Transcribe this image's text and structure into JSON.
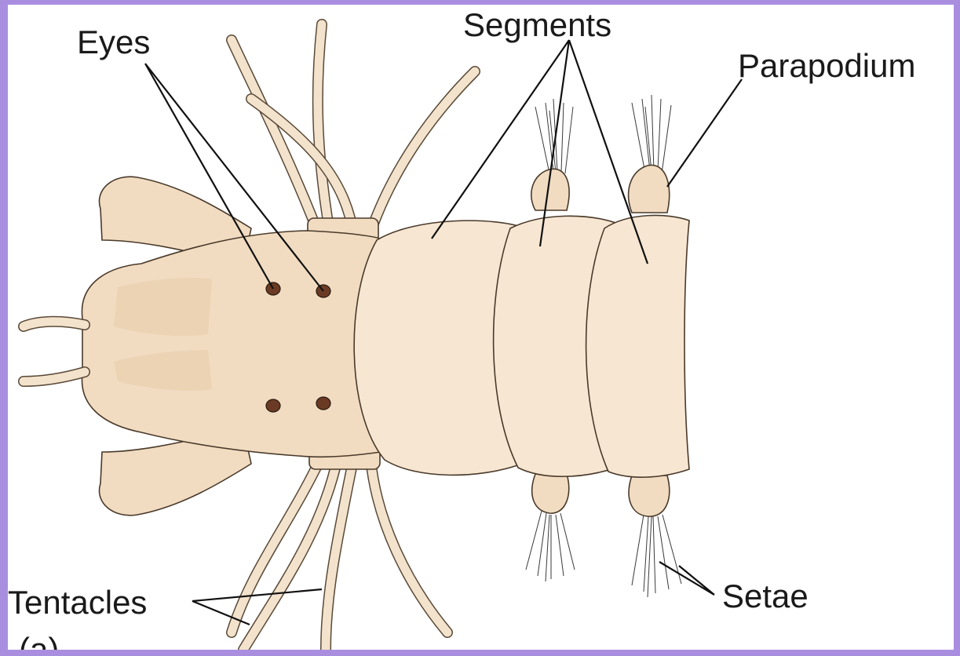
{
  "labels": {
    "eyes": "Eyes",
    "segments": "Segments",
    "parapodium": "Parapodium",
    "tentacles": "Tentacles",
    "setae": "Setae",
    "corner": "(a)"
  },
  "colors": {
    "border": "#a98ee0",
    "body": "#f1dcc2",
    "segment": "#f6e6d2",
    "eye": "#6b3a24"
  }
}
